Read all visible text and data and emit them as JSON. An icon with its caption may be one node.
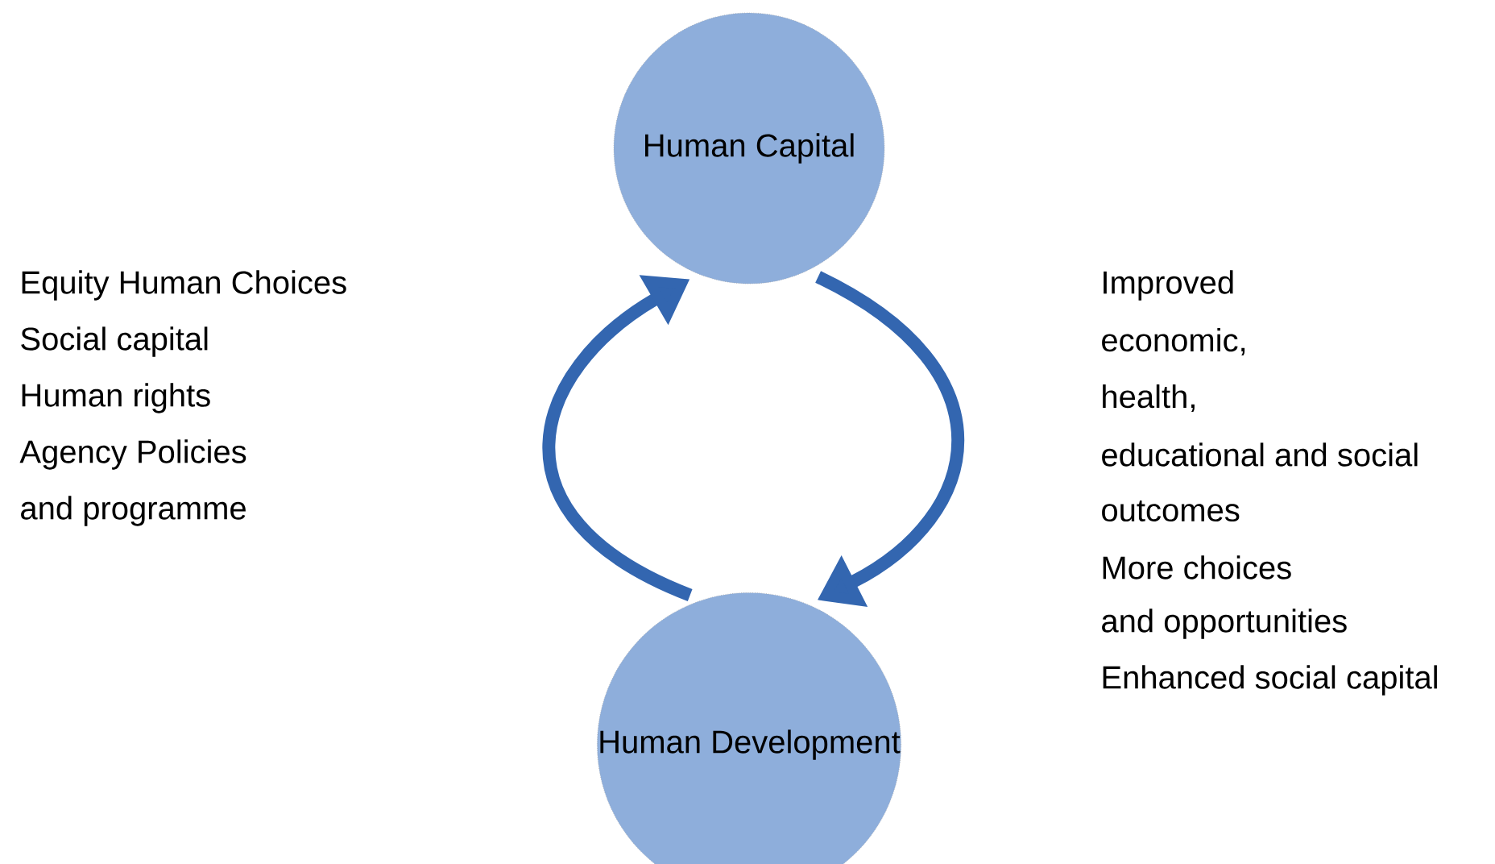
{
  "diagram": {
    "nodes": [
      {
        "text": [
          "Human Capital"
        ]
      },
      {
        "text": [
          "Human Development"
        ]
      }
    ],
    "edges": [
      {
        "from": 0,
        "to": 1,
        "arrow": "to"
      },
      {
        "from": 1,
        "to": 0,
        "arrow": "to"
      }
    ],
    "labels": [
      "Equity Human Choices",
      "Social capital",
      "Human rights",
      "Agency Policies",
      "and programme",
      "Improved",
      "economic,",
      "health,",
      "educational and social",
      "outcomes",
      "More choices",
      "and opportunities",
      "Enhanced social capital"
    ]
  }
}
